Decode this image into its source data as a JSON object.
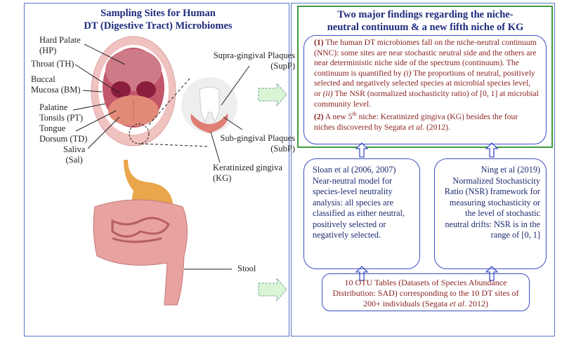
{
  "left_panel": {
    "title_line1": "Sampling Sites for Human",
    "title_line2": "DT (Digestive Tract) Microbiomes",
    "labels": {
      "hp1": "Hard Palate",
      "hp2": "(HP)",
      "th": "Throat (TH)",
      "bm1": "Buccal",
      "bm2": "Mucosa (BM)",
      "pt1": "Palatine",
      "pt2": "Tonsils (PT)",
      "td1": "Tongue",
      "td2": "Dorsum (TD)",
      "sal1": "Saliva",
      "sal2": "(Sal)",
      "supp1": "Supra-gingival Plaques",
      "supp2": "(SupP)",
      "subp1": "Sub-gingival Plaques",
      "subp2": "(SubP)",
      "kg1": "Keratinized gingiva",
      "kg2": "(KG)",
      "stool": "Stool"
    }
  },
  "right_panel": {
    "title_line1": "Two major findings regarding the niche-",
    "title_line2": "neutral continuum & a new fifth niche of KG",
    "finding1_num": "(1)",
    "finding1_a": " The human DT microbiomes fall on the niche-neutral continuum (NNC): some sites are near stochastic neutral side and the others are near deterministic niche side of the spectrum (continuum). The continuum is quantified by ",
    "finding1_i": "(i)",
    "finding1_b": " The proportions of neutral, positively selected  and negatively selected species at microbial species level, or ",
    "finding1_ii": "(ii)",
    "finding1_c": "  The NSR (normalized stochasticity ratio) of [0, 1] at microbial community level.",
    "finding2_num": "(2)",
    "finding2_a": " A new 5",
    "finding2_sup": "th",
    "finding2_b": " niche: Keratinized gingiva (KG) besides the four niches discovered by Segata ",
    "finding2_etal": "et al",
    "finding2_c": ". (2012).",
    "sloan": "Sloan et al (2006, 2007) Near-neutral model for species-level neutrality analysis: all species are classified as either neutral, positively selected or negatively selected.",
    "ning": "Ning et al (2019) Normalized Stochasticity Ratio (NSR) framework for measuring stochasticity or the level of stochastic neutral drifts: NSR is in the range of [0, 1]",
    "otu_a": "10 OTU Tables (Datasets of Species Abundance Distribution: SAD) corresponding to the 10 DT sites of 200+ individuals (Segata ",
    "otu_etal": "et al",
    "otu_b": ". 2012)"
  }
}
